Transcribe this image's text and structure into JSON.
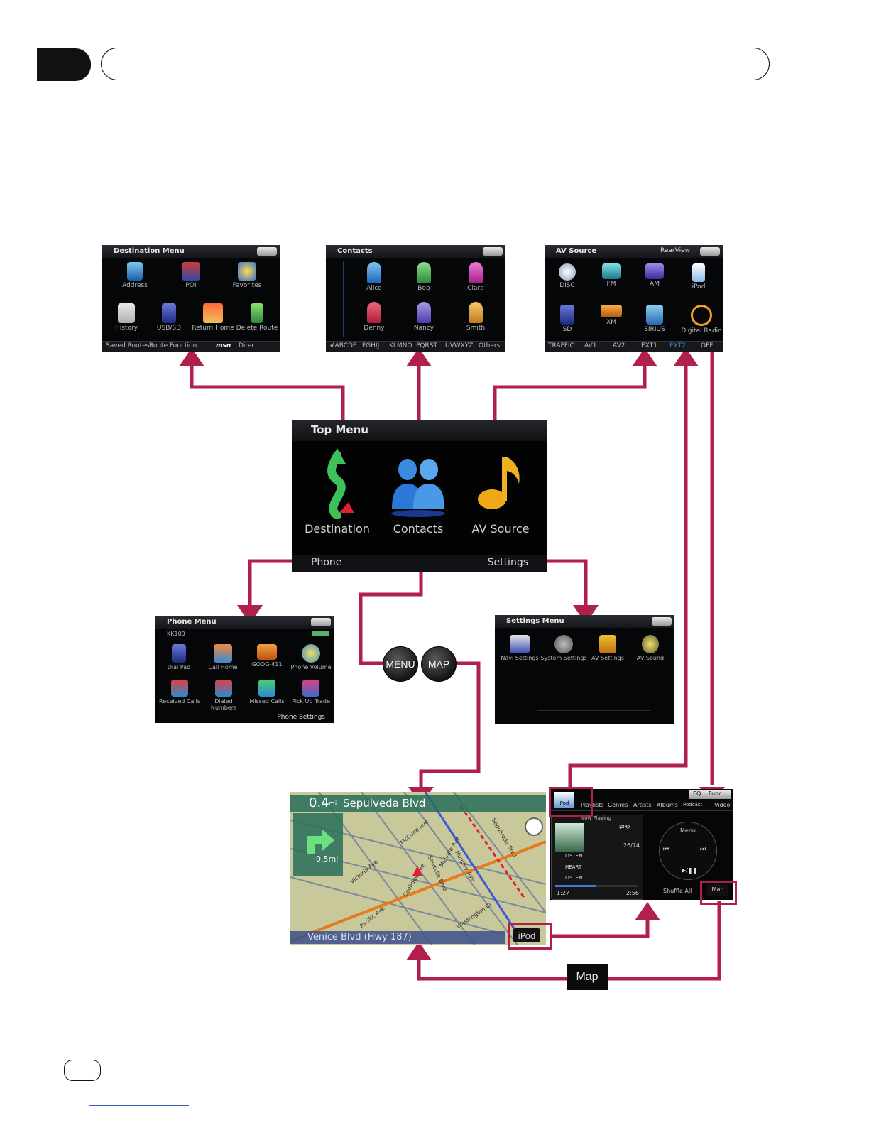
{
  "colors": {
    "arrow": "#b11f4b",
    "screen_bg": "#050608",
    "tab": "#0a0a0a"
  },
  "destination_menu": {
    "title": "Destination Menu",
    "items": [
      "Address",
      "POI",
      "Favorites",
      "History",
      "USB/SD",
      "Return Home",
      "Delete Route"
    ],
    "bottom": [
      "Saved Routes",
      "Route Function",
      "msn",
      "Direct"
    ]
  },
  "contacts": {
    "title": "Contacts",
    "items": [
      "Alice",
      "Bob",
      "Clara",
      "Denny",
      "Nancy",
      "Smith"
    ],
    "bottom": [
      "#ABCDE",
      "FGHIJ",
      "KLMNO",
      "PQRST",
      "UVWXYZ",
      "Others"
    ]
  },
  "av_source": {
    "title": "AV Source",
    "rearview": "RearView",
    "items": [
      "DISC",
      "FM",
      "AM",
      "iPod",
      "SD",
      "XM",
      "SIRIUS",
      "Digital Radio"
    ],
    "bottom": [
      "TRAFFIC",
      "AV1",
      "AV2",
      "EXT1",
      "EXT2",
      "OFF"
    ]
  },
  "top_menu": {
    "title": "Top Menu",
    "items": [
      "Destination",
      "Contacts",
      "AV Source"
    ],
    "phone": "Phone",
    "settings": "Settings"
  },
  "phone_menu": {
    "title": "Phone Menu",
    "device": "KK100",
    "items": [
      "Dial Pad",
      "Call Home",
      "GOOG-411",
      "Phone Volume",
      "Received Calls",
      "Dialed Numbers",
      "Missed Calls",
      "Pick Up Trade"
    ],
    "bottom": "Phone Settings"
  },
  "settings_menu": {
    "title": "Settings Menu",
    "items": [
      "Navi Settings",
      "System Settings",
      "AV Settings",
      "AV Sound"
    ]
  },
  "buttons": {
    "menu": "MENU",
    "map": "MAP",
    "map_label": "Map"
  },
  "map_screen": {
    "distance": "0.4",
    "distance_unit": "mi",
    "street": "Sepulveda Blvd",
    "next_distance": "0.5mi",
    "current_street": "Venice Blvd (Hwy 187)",
    "ipod": "iPod",
    "streets": [
      "McCune Ave",
      "Sepulveda Blvd",
      "Midvale Ave",
      "Victoria Ave",
      "Coolidge Ave",
      "Pacific Ave",
      "Washington Bl",
      "Huntley Ave",
      "Sawtelle Blvd"
    ]
  },
  "ipod_screen": {
    "source": "iPod",
    "tabs": [
      "Playlists",
      "Genres",
      "Artists",
      "Albums",
      "Podcast",
      "Video"
    ],
    "eq": "EQ",
    "func": "Func",
    "now_playing": "Now Playing",
    "track_no": "26/74",
    "lines": [
      "LISTEN",
      "HEART",
      "LISTEN"
    ],
    "elapsed": "1:27",
    "total": "2:56",
    "menu": "Menu",
    "shuffle": "Shuffle All",
    "map": "Map"
  }
}
